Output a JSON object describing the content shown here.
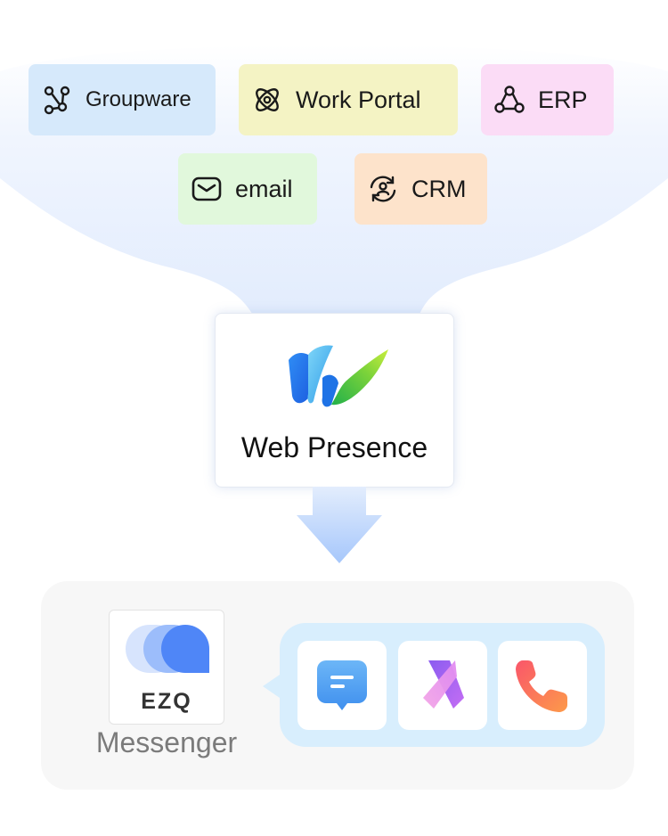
{
  "sources": [
    {
      "label": "Groupware",
      "icon": "network-nodes-icon",
      "bg": "#d6e9fb"
    },
    {
      "label": "Work Portal",
      "icon": "atom-icon",
      "bg": "#f4f3c4"
    },
    {
      "label": "ERP",
      "icon": "triangle-nodes-icon",
      "bg": "#fbdcf6"
    },
    {
      "label": "email",
      "icon": "envelope-icon",
      "bg": "#e1f8dc"
    },
    {
      "label": "CRM",
      "icon": "user-sync-icon",
      "bg": "#fde3cb"
    }
  ],
  "hub": {
    "title": "Web Presence",
    "logo": "w-ribbon-logo"
  },
  "messenger": {
    "brand": "EZQ",
    "label": "Messenger",
    "apps": [
      {
        "icon": "chat-bubble-icon",
        "color": "#4a9bf0"
      },
      {
        "icon": "x-ribbon-icon",
        "color": "#b46bf0"
      },
      {
        "icon": "phone-icon",
        "color": "#fb6a5a"
      }
    ]
  },
  "colors": {
    "funnel": "#e8f0fe",
    "arrow": "#a6c7fb",
    "panel": "#f7f7f7",
    "bubble": "#d8eefd"
  }
}
